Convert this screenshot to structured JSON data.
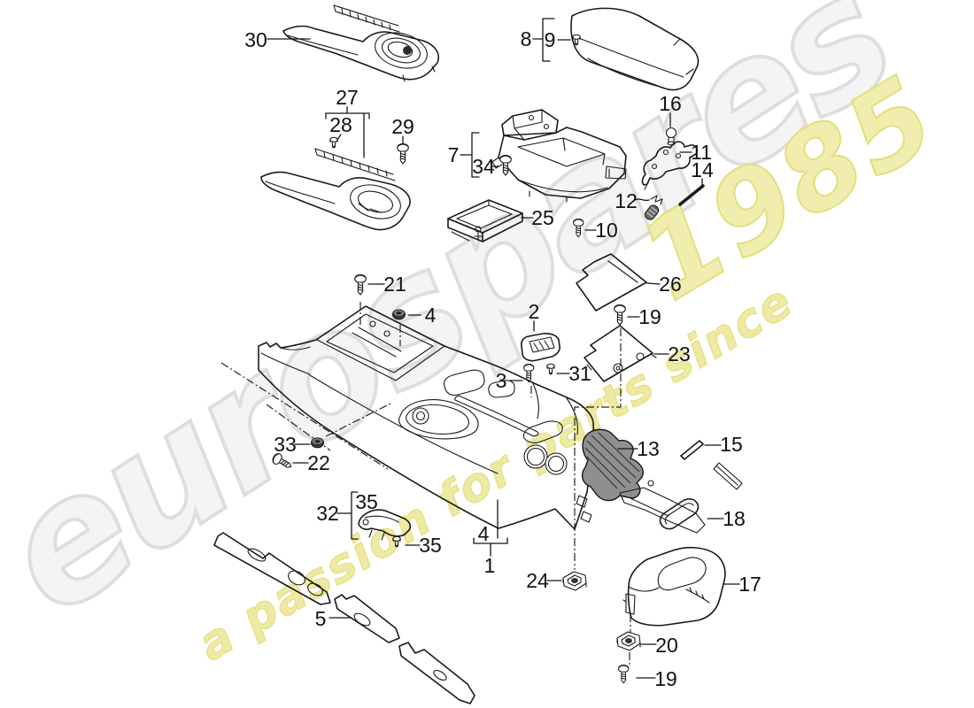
{
  "figure": {
    "kind": "exploded-parts-diagram",
    "background_color": "#ffffff",
    "line_color": "#1a1a1a"
  },
  "watermark": {
    "brand": "eurospares",
    "tagline": "a passion for parts since",
    "year": "1985",
    "full_tagline": "a passion for parts since 1985",
    "brand_fill": "#f4f4f4",
    "brand_outline": "#dedede",
    "accent_color": "#efe9a6",
    "accent_outline": "#e6df7b"
  },
  "callouts": {
    "c30": {
      "text": "30"
    },
    "c27": {
      "text": "27"
    },
    "c28": {
      "text": "28"
    },
    "c29": {
      "text": "29"
    },
    "c8": {
      "text": "8"
    },
    "c9": {
      "text": "9"
    },
    "c16": {
      "text": "16"
    },
    "c7": {
      "text": "7"
    },
    "c34": {
      "text": "34"
    },
    "c11": {
      "text": "11"
    },
    "c14": {
      "text": "14"
    },
    "c12": {
      "text": "12"
    },
    "c25": {
      "text": "25"
    },
    "c10": {
      "text": "10"
    },
    "c26": {
      "text": "26"
    },
    "c21": {
      "text": "21"
    },
    "c4a": {
      "text": "4"
    },
    "c2": {
      "text": "2"
    },
    "c19a": {
      "text": "19"
    },
    "c23": {
      "text": "23"
    },
    "c3": {
      "text": "3"
    },
    "c31": {
      "text": "31"
    },
    "c13": {
      "text": "13"
    },
    "c15": {
      "text": "15"
    },
    "c33": {
      "text": "33"
    },
    "c22": {
      "text": "22"
    },
    "c35a": {
      "text": "35"
    },
    "c32": {
      "text": "32"
    },
    "c35b": {
      "text": "35"
    },
    "c18": {
      "text": "18"
    },
    "c4b": {
      "text": "4"
    },
    "c1": {
      "text": "1"
    },
    "c5": {
      "text": "5"
    },
    "c24": {
      "text": "24"
    },
    "c17": {
      "text": "17"
    },
    "c20": {
      "text": "20"
    },
    "c19b": {
      "text": "19"
    }
  }
}
